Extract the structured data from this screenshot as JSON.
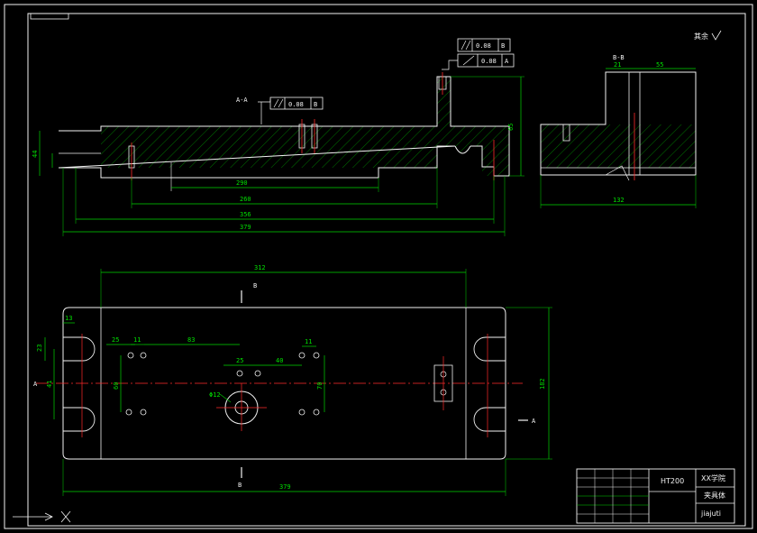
{
  "drawing": {
    "title_block": {
      "material": "HT200",
      "school": "XX学院",
      "part_name": "夹具体",
      "drawing_no": "jiajuti"
    },
    "top_note": "其余",
    "section_labels": {
      "aa": "A-A",
      "bb": "B-B",
      "a_left": "A",
      "a_right": "A",
      "b_top": "B",
      "b_bottom": "B"
    },
    "tolerances": {
      "tol1_value": "0.08",
      "tol1_ref": "B",
      "tol2_value": "0.08",
      "tol2_ref": "B",
      "tol3_value": "0.08",
      "tol3_ref": "A"
    },
    "dimensions": {
      "d290": "290",
      "d260": "260",
      "d356": "356",
      "d379_top": "379",
      "d379_bot": "379",
      "d312": "312",
      "d65": "65",
      "d44": "44",
      "d21": "21",
      "d55": "55",
      "d132": "132",
      "d25a": "25",
      "d11a": "11",
      "d83": "83",
      "d11b": "11",
      "d25b": "25",
      "d40": "40",
      "d60": "60",
      "d70": "70",
      "d12dia": "Φ12",
      "d182": "182",
      "d23": "23",
      "d13": "13",
      "d41": "41"
    }
  }
}
